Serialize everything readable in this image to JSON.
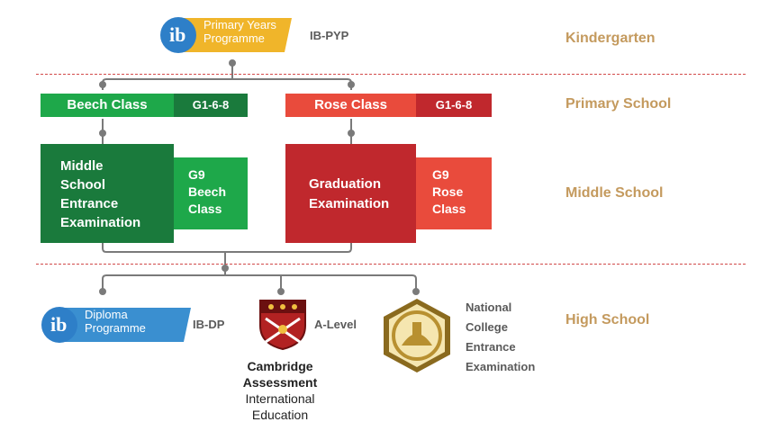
{
  "levels": {
    "kindergarten": "Kindergarten",
    "primary": "Primary School",
    "middle": "Middle School",
    "high": "High School"
  },
  "pyp": {
    "logo_top": "Primary Years",
    "logo_bottom": "Programme",
    "label": "IB-PYP"
  },
  "beech": {
    "name": "Beech Class",
    "grade": "G1-6-8",
    "exam": [
      "Middle",
      "School",
      "Entrance",
      "Examination"
    ],
    "g9": [
      "G9",
      "Beech",
      "Class"
    ]
  },
  "rose": {
    "name": "Rose Class",
    "grade": "G1-6-8",
    "exam": [
      "Graduation",
      "Examination"
    ],
    "g9": [
      "G9",
      "Rose",
      "Class"
    ]
  },
  "dp": {
    "logo_top": "Diploma",
    "logo_bottom": "Programme",
    "label": "IB-DP"
  },
  "alevel": {
    "label": "A-Level",
    "org": [
      "Cambridge",
      "Assessment",
      "International",
      "Education"
    ]
  },
  "national": {
    "lines": [
      "National",
      "College",
      "Entrance",
      "Examination"
    ]
  },
  "colors": {
    "green": "#1ea84a",
    "dark_green": "#1a7a3c",
    "red": "#e94b3c",
    "dark_red": "#c0282d",
    "gold": "#c49a5e",
    "ib_blue": "#3a8fd0"
  }
}
